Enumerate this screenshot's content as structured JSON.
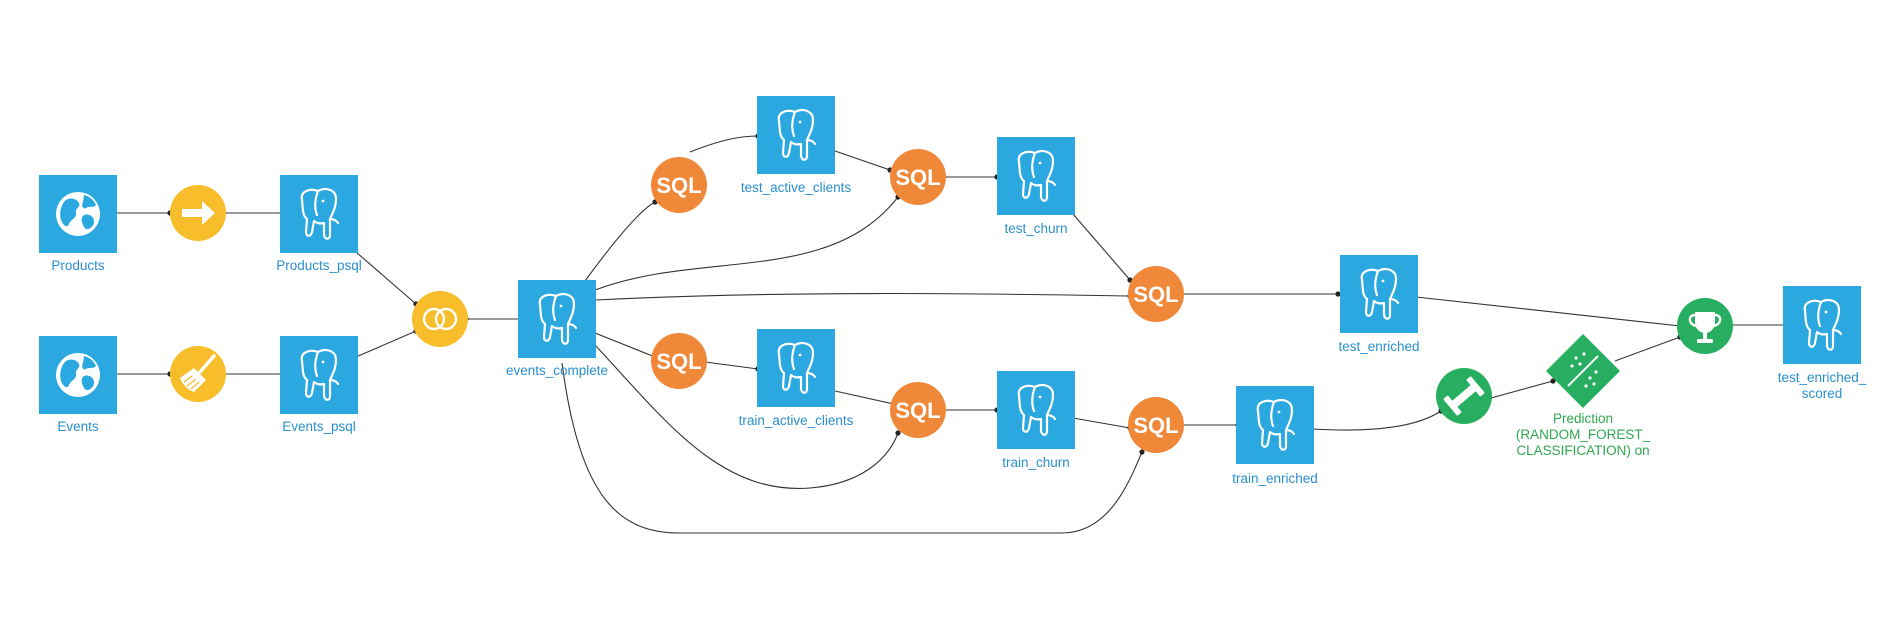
{
  "colors": {
    "dataset_blue": "#2aa8df",
    "recipe_yellow": "#f7bd2a",
    "recipe_orange": "#f0883a",
    "ml_green": "#27ae60",
    "edge": "#333333",
    "label_blue": "#2a8fd0",
    "label_green": "#2fa84f"
  },
  "datasets": {
    "products": {
      "label": "Products",
      "icon": "globe-icon"
    },
    "events": {
      "label": "Events",
      "icon": "globe-icon"
    },
    "products_psql": {
      "label": "Products_psql",
      "icon": "postgresql-elephant-icon"
    },
    "events_psql": {
      "label": "Events_psql",
      "icon": "postgresql-elephant-icon"
    },
    "events_complete": {
      "label": "events_complete",
      "icon": "postgresql-elephant-icon"
    },
    "test_active_clients": {
      "label": "test_active_clients",
      "icon": "postgresql-elephant-icon"
    },
    "train_active_clients": {
      "label": "train_active_clients",
      "icon": "postgresql-elephant-icon"
    },
    "test_churn": {
      "label": "test_churn",
      "icon": "postgresql-elephant-icon"
    },
    "train_churn": {
      "label": "train_churn",
      "icon": "postgresql-elephant-icon"
    },
    "test_enriched": {
      "label": "test_enriched",
      "icon": "postgresql-elephant-icon"
    },
    "train_enriched": {
      "label": "train_enriched",
      "icon": "postgresql-elephant-icon"
    },
    "test_enriched_scored": {
      "label_line1": "test_enriched_",
      "label_line2": "scored",
      "icon": "postgresql-elephant-icon"
    }
  },
  "recipes": {
    "sync_products": {
      "icon": "arrow-right-icon"
    },
    "prepare_events": {
      "icon": "broom-icon"
    },
    "join": {
      "icon": "join-rings-icon"
    },
    "sql_test_active": {
      "text": "SQL"
    },
    "sql_train_active": {
      "text": "SQL"
    },
    "sql_test_churn": {
      "text": "SQL"
    },
    "sql_train_churn": {
      "text": "SQL"
    },
    "sql_test_enriched": {
      "text": "SQL"
    },
    "sql_train_enriched": {
      "text": "SQL"
    },
    "train": {
      "icon": "dumbbell-icon"
    },
    "score": {
      "icon": "trophy-icon"
    }
  },
  "model": {
    "label_line1": "Prediction",
    "label_line2": "(RANDOM_FOREST_",
    "label_line3": "CLASSIFICATION) on",
    "icon": "model-diamond-icon"
  }
}
